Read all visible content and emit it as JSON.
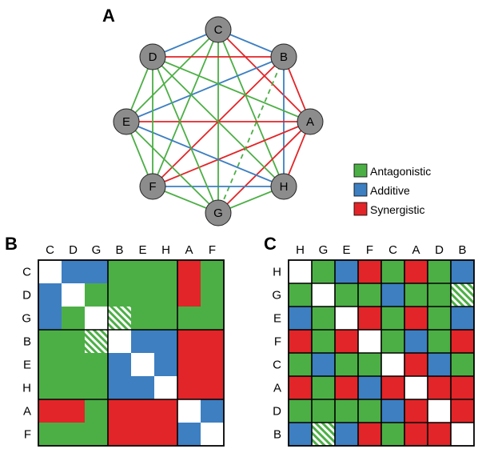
{
  "panels": {
    "a": "A",
    "b": "B",
    "c": "C"
  },
  "colors": {
    "antagonistic": "#4caf45",
    "additive": "#3d7fc1",
    "synergistic": "#e22528",
    "node_fill": "#8c8c8c",
    "self": "#ffffff"
  },
  "legend": [
    {
      "key": "A",
      "label": "Antagonistic"
    },
    {
      "key": "D",
      "label": "Additive"
    },
    {
      "key": "S",
      "label": "Synergistic"
    }
  ],
  "network": {
    "nodes": [
      "C",
      "B",
      "A",
      "H",
      "G",
      "F",
      "E",
      "D"
    ],
    "edges": [
      [
        "C",
        "B",
        "D"
      ],
      [
        "C",
        "A",
        "S"
      ],
      [
        "C",
        "H",
        "A"
      ],
      [
        "C",
        "G",
        "A"
      ],
      [
        "C",
        "F",
        "A"
      ],
      [
        "C",
        "E",
        "A"
      ],
      [
        "C",
        "D",
        "D"
      ],
      [
        "B",
        "A",
        "S"
      ],
      [
        "B",
        "H",
        "D"
      ],
      [
        "B",
        "G",
        "A*"
      ],
      [
        "B",
        "F",
        "S"
      ],
      [
        "B",
        "E",
        "D"
      ],
      [
        "B",
        "D",
        "S"
      ],
      [
        "A",
        "H",
        "S"
      ],
      [
        "A",
        "G",
        "S"
      ],
      [
        "A",
        "F",
        "S"
      ],
      [
        "A",
        "E",
        "S"
      ],
      [
        "A",
        "D",
        "A"
      ],
      [
        "H",
        "G",
        "A"
      ],
      [
        "H",
        "F",
        "D"
      ],
      [
        "H",
        "E",
        "D"
      ],
      [
        "H",
        "D",
        "A"
      ],
      [
        "G",
        "F",
        "A"
      ],
      [
        "G",
        "E",
        "A"
      ],
      [
        "G",
        "D",
        "A"
      ],
      [
        "F",
        "E",
        "A"
      ],
      [
        "F",
        "D",
        "A"
      ],
      [
        "E",
        "D",
        "A"
      ]
    ]
  },
  "matrix_b": {
    "row_labels": [
      "C",
      "D",
      "G",
      "B",
      "E",
      "H",
      "A",
      "F"
    ],
    "col_labels": [
      "C",
      "D",
      "G",
      "B",
      "E",
      "H",
      "A",
      "F"
    ],
    "cells": [
      [
        "W",
        "D",
        "D",
        "A",
        "A",
        "A",
        "S",
        "A"
      ],
      [
        "D",
        "W",
        "A",
        "A",
        "A",
        "A",
        "S",
        "A"
      ],
      [
        "D",
        "A",
        "W",
        "A*",
        "A",
        "A",
        "A",
        "A"
      ],
      [
        "A",
        "A",
        "A*",
        "W",
        "D",
        "D",
        "S",
        "S"
      ],
      [
        "A",
        "A",
        "A",
        "D",
        "W",
        "D",
        "S",
        "S"
      ],
      [
        "A",
        "A",
        "A",
        "D",
        "D",
        "W",
        "S",
        "S"
      ],
      [
        "S",
        "S",
        "A",
        "S",
        "S",
        "S",
        "W",
        "D"
      ],
      [
        "A",
        "A",
        "A",
        "S",
        "S",
        "S",
        "D",
        "W"
      ]
    ],
    "block_boundaries": [
      3,
      6
    ]
  },
  "matrix_c": {
    "row_labels": [
      "H",
      "G",
      "E",
      "F",
      "C",
      "A",
      "D",
      "B"
    ],
    "col_labels": [
      "H",
      "G",
      "E",
      "F",
      "C",
      "A",
      "D",
      "B"
    ],
    "cells": [
      [
        "W",
        "A",
        "D",
        "S",
        "A",
        "S",
        "A",
        "D"
      ],
      [
        "A",
        "W",
        "A",
        "A",
        "D",
        "A",
        "A",
        "A*"
      ],
      [
        "D",
        "A",
        "W",
        "S",
        "A",
        "S",
        "A",
        "D"
      ],
      [
        "S",
        "A",
        "S",
        "W",
        "A",
        "D",
        "A",
        "S"
      ],
      [
        "A",
        "D",
        "A",
        "A",
        "W",
        "S",
        "D",
        "A"
      ],
      [
        "S",
        "A",
        "S",
        "D",
        "S",
        "W",
        "S",
        "S"
      ],
      [
        "A",
        "A",
        "A",
        "A",
        "D",
        "S",
        "W",
        "S"
      ],
      [
        "D",
        "A*",
        "D",
        "S",
        "A",
        "S",
        "S",
        "W"
      ]
    ],
    "block_boundaries": [
      1,
      2,
      3,
      4,
      5,
      6,
      7
    ]
  }
}
